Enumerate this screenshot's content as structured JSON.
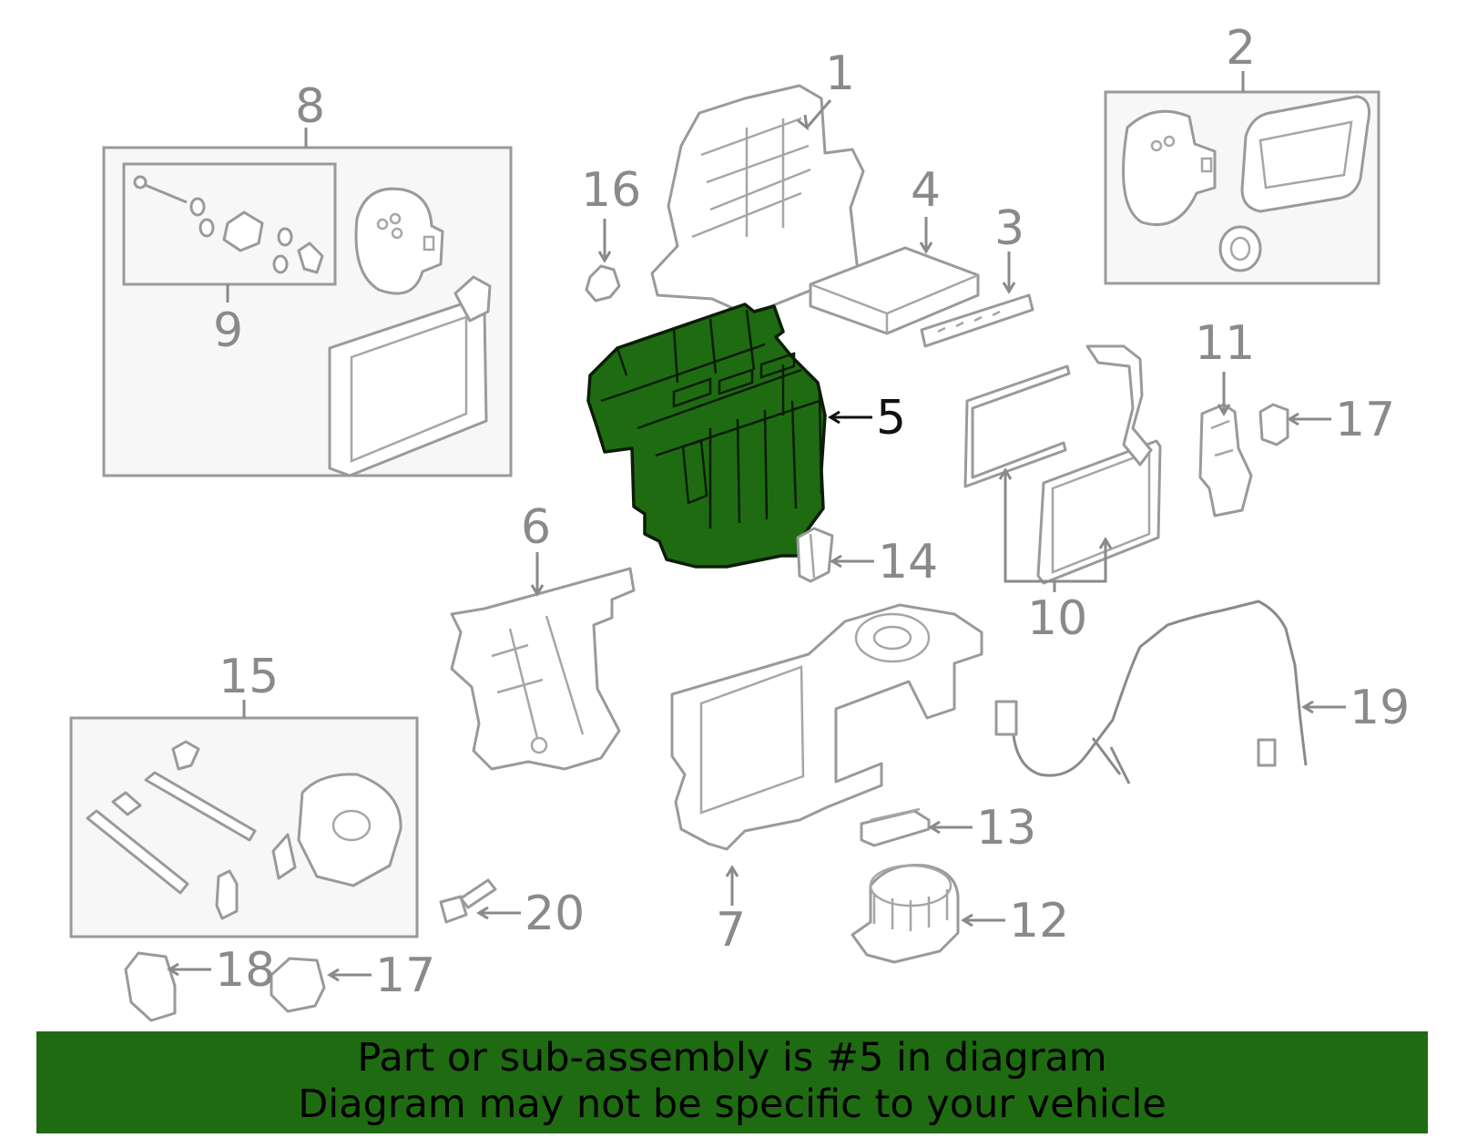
{
  "diagram": {
    "selected_part": "5",
    "highlight_color": "#1f6b12",
    "labels": {
      "p1": "1",
      "p2": "2",
      "p3": "3",
      "p4": "4",
      "p5": "5",
      "p6": "6",
      "p7": "7",
      "p8": "8",
      "p9": "9",
      "p10": "10",
      "p11": "11",
      "p12": "12",
      "p13": "13",
      "p14": "14",
      "p15": "15",
      "p16": "16",
      "p17a": "17",
      "p17b": "17",
      "p18": "18",
      "p19": "19",
      "p20": "20"
    }
  },
  "banner": {
    "line1": "Part or sub-assembly is #5 in diagram",
    "line2": "Diagram may not be specific to your vehicle",
    "background": "#1f6b12"
  }
}
